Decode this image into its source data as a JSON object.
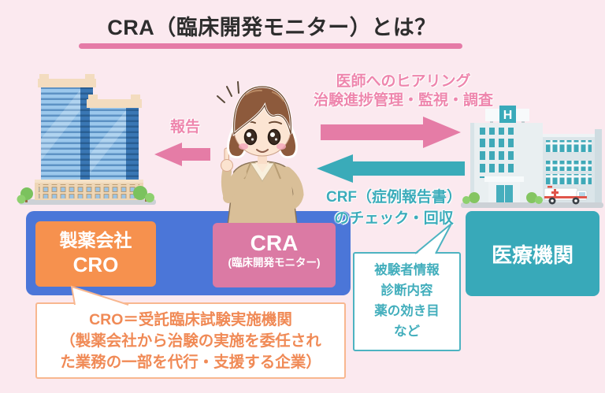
{
  "title": "CRA（臨床開発モニター）とは？",
  "flows": {
    "report_label": "報告",
    "hearing_line1": "医師へのヒアリング",
    "hearing_line2": "治験進捗管理・監視・調査",
    "crf_line1": "CRF（症例報告書）",
    "crf_line2": "のチェック・回収"
  },
  "entities": {
    "pharma_line1": "製薬会社",
    "pharma_line2": "CRO",
    "cra_line1": "CRA",
    "cra_line2": "(臨床開発モニター)",
    "medical_label": "医療機関"
  },
  "notes": {
    "patient_info": {
      "line1": "被験者情報",
      "line2": "診断内容",
      "line3": "薬の効き目",
      "line4": "など"
    },
    "cro_note": {
      "line1": "CRO＝受託臨床試験実施機関",
      "line2": "（製薬会社から治験の実施を委任され",
      "line3": "た業務の一部を代行・支援する企業）"
    }
  },
  "icons": {
    "hospital_sign_letter": "H"
  },
  "colors": {
    "background": "#fbe9ef",
    "title_text": "#2d2d2d",
    "pink_accent": "#e57ba7",
    "pink_text": "#ee86ad",
    "teal_accent": "#3aabb9",
    "teal_text": "#3cacbb",
    "blue_bar": "#4b76d8",
    "pharma_box": "#f6914e",
    "cra_box": "#db7aa4",
    "medical_box": "#38a9b9",
    "cro_note_text": "#f08a56",
    "cro_note_border": "#f8b78f"
  }
}
